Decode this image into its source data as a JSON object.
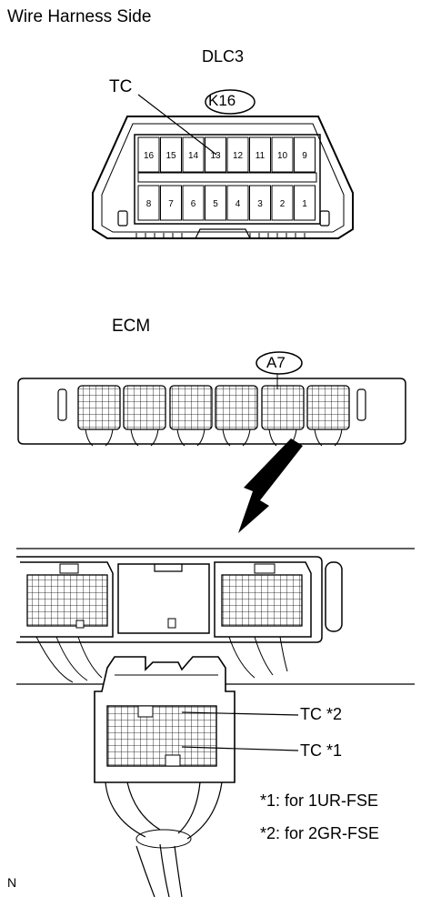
{
  "title": "Wire Harness Side",
  "dlc3": {
    "name": "DLC3",
    "code": "K16",
    "terminal_label": "TC",
    "top_row_pins": [
      "16",
      "15",
      "14",
      "13",
      "12",
      "11",
      "10",
      "9"
    ],
    "bottom_row_pins": [
      "8",
      "7",
      "6",
      "5",
      "4",
      "3",
      "2",
      "1"
    ]
  },
  "ecm": {
    "name": "ECM",
    "code": "A7"
  },
  "callouts": {
    "tc2": "TC *2",
    "tc1": "TC *1"
  },
  "notes": [
    "*1: for 1UR-FSE",
    "*2: for 2GR-FSE"
  ],
  "figure_code": "N"
}
